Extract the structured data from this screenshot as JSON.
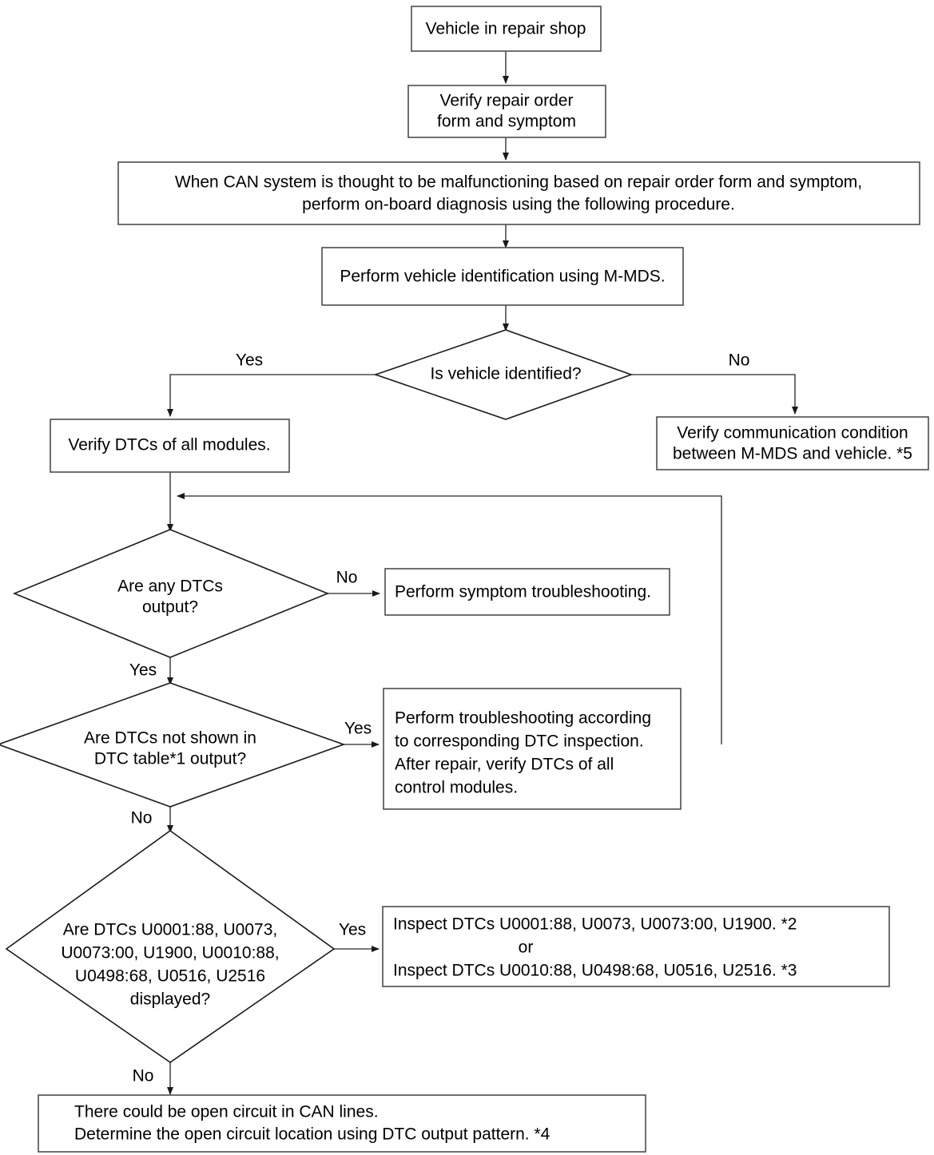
{
  "diagram": {
    "title": "CAN system on-board diagnosis flowchart",
    "colors": {
      "background": "#ffffff",
      "box_stroke": "#4d4d4d",
      "diamond_stroke": "#1a1a1a",
      "text": "#000000"
    }
  },
  "nodes": {
    "vehicle_in_shop": {
      "type": "process",
      "lines": [
        "Vehicle in repair shop"
      ]
    },
    "verify_repair_order": {
      "type": "process",
      "lines": [
        "Verify repair order",
        "form and symptom"
      ]
    },
    "can_malfunction_note": {
      "type": "process",
      "lines": [
        "When CAN system is thought to be malfunctioning based on repair order form and symptom,",
        "perform on-board diagnosis using the following procedure."
      ]
    },
    "perform_vehicle_id": {
      "type": "process",
      "lines": [
        "Perform vehicle identification using M-MDS."
      ]
    },
    "is_vehicle_identified": {
      "type": "decision",
      "lines": [
        "Is vehicle identified?"
      ]
    },
    "verify_dtcs_all_modules": {
      "type": "process",
      "lines": [
        "Verify DTCs of all modules."
      ]
    },
    "verify_communication": {
      "type": "process",
      "lines": [
        "Verify communication condition",
        "between M-MDS and vehicle. *5"
      ]
    },
    "any_dtcs_output": {
      "type": "decision",
      "lines": [
        "Are any DTCs",
        "output?"
      ]
    },
    "symptom_troubleshooting": {
      "type": "process",
      "lines": [
        "Perform symptom troubleshooting."
      ]
    },
    "dtcs_not_in_table": {
      "type": "decision",
      "lines": [
        "Are DTCs not shown in",
        "DTC table*1 output?"
      ]
    },
    "perform_troubleshooting": {
      "type": "process",
      "lines": [
        "Perform troubleshooting according",
        "to corresponding DTC inspection.",
        "After repair, verify DTCs of all",
        "control modules."
      ]
    },
    "specific_dtcs_displayed": {
      "type": "decision",
      "lines": [
        "Are DTCs U0001:88, U0073,",
        "U0073:00, U1900, U0010:88,",
        "U0498:68, U0516, U2516",
        "displayed?"
      ]
    },
    "inspect_dtcs": {
      "type": "process",
      "lines": [
        "Inspect DTCs U0001:88, U0073, U0073:00, U1900.  *2",
        "or",
        "Inspect DTCs U0010:88, U0498:68, U0516, U2516.  *3"
      ]
    },
    "open_circuit_conclusion": {
      "type": "process",
      "lines": [
        "There could be open circuit in CAN lines.",
        "Determine the open circuit location using DTC output pattern.   *4"
      ]
    }
  },
  "edge_labels": {
    "identified_yes": "Yes",
    "identified_no": "No",
    "any_dtcs_no": "No",
    "any_dtcs_yes": "Yes",
    "not_in_table_yes": "Yes",
    "not_in_table_no": "No",
    "specific_yes": "Yes",
    "specific_no": "No"
  }
}
